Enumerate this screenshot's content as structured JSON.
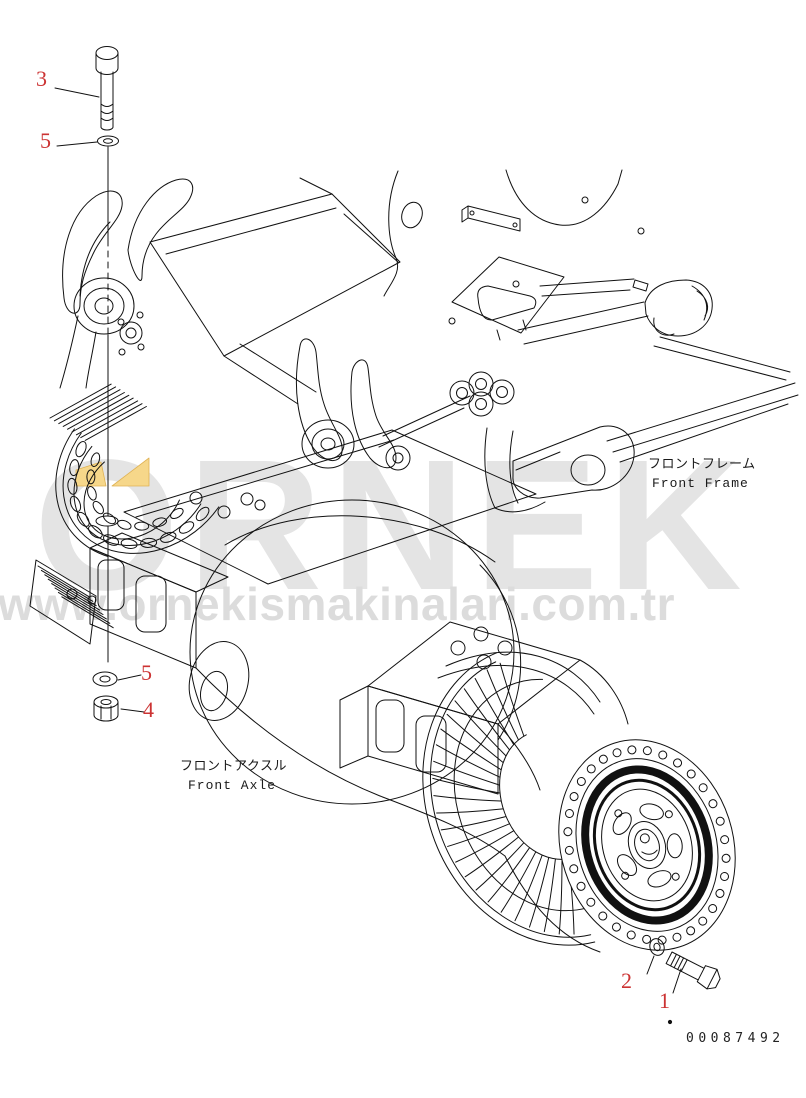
{
  "diagram": {
    "drawing_number": "00087492",
    "callouts": [
      {
        "number": "3"
      },
      {
        "number": "5"
      },
      {
        "number": "5"
      },
      {
        "number": "4"
      },
      {
        "number": "2"
      },
      {
        "number": "1"
      }
    ],
    "labels": {
      "front_frame_ja": "フロントフレーム",
      "front_frame_en": "Front Frame",
      "front_axle_ja": "フロントアクスル",
      "front_axle_en": "Front Axle"
    }
  },
  "watermark": {
    "brand": "ORNEK",
    "url": "www.ornekismakinalari.com.tr"
  },
  "colors": {
    "background": "#ffffff",
    "line": "#111111",
    "callout": "#cc3333",
    "highlight": "#f6d78a",
    "watermark": "#e4e4e4"
  }
}
